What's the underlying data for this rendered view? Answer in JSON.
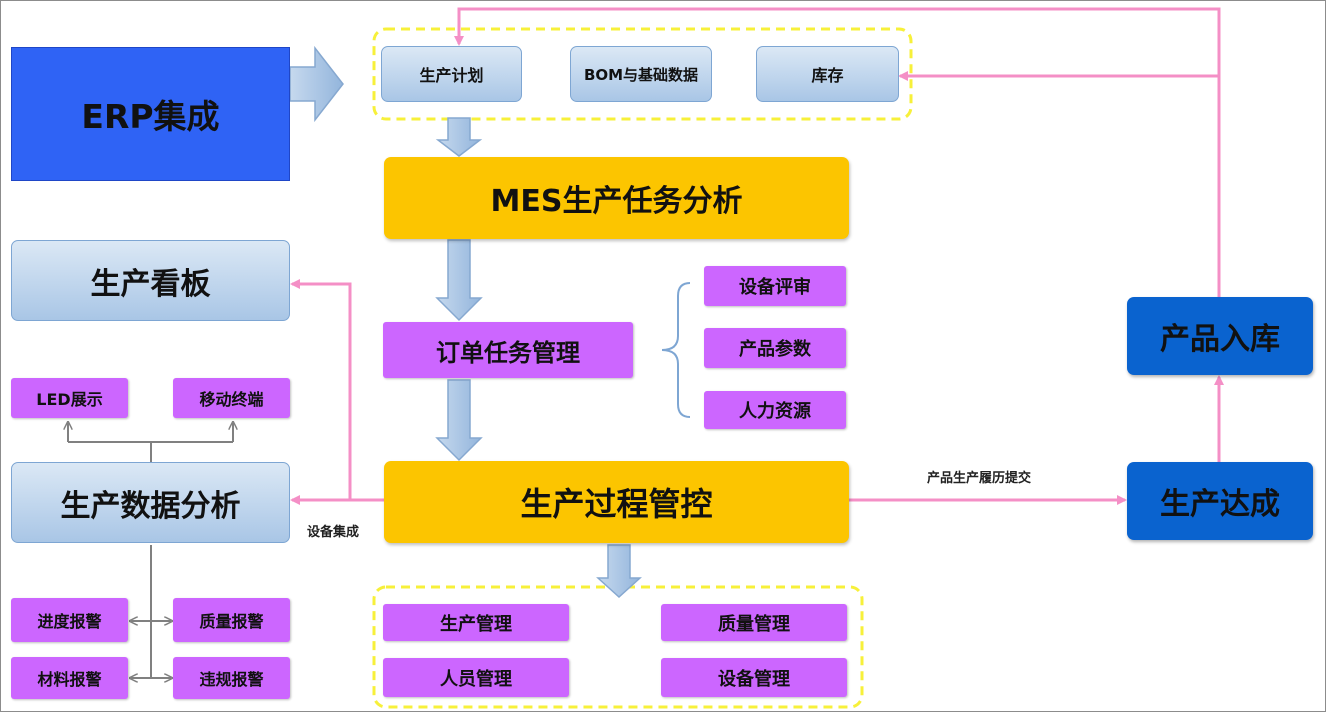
{
  "erp": "ERP集成",
  "top_group": {
    "plan": "生产计划",
    "bom": "BOM与基础数据",
    "stock": "库存"
  },
  "mes_analysis": "MES生产任务分析",
  "order_mgmt": "订单任务管理",
  "order_params": [
    "设备评审",
    "产品参数",
    "人力资源"
  ],
  "process_control": "生产过程管控",
  "bottom_group": {
    "production": "生产管理",
    "quality": "质量管理",
    "personnel": "人员管理",
    "equipment": "设备管理"
  },
  "kanban": "生产看板",
  "data_analysis": "生产数据分析",
  "led": "LED展示",
  "mobile": "移动终端",
  "alarms": {
    "progress": "进度报警",
    "quality": "质量报警",
    "material": "材料报警",
    "violation": "违规报警"
  },
  "device_integration": "设备集成",
  "history_submit": "产品生产履历提交",
  "achieved": "生产达成",
  "warehouse": "产品入库",
  "colors": {
    "erp_blue": "#2f63f5",
    "mes_yellow": "#fcc500",
    "task_purple": "#cc66ff",
    "result_blue": "#0a63cf",
    "flow_pink": "#f48fc6",
    "arrow_blue": "#a9c6e6"
  }
}
